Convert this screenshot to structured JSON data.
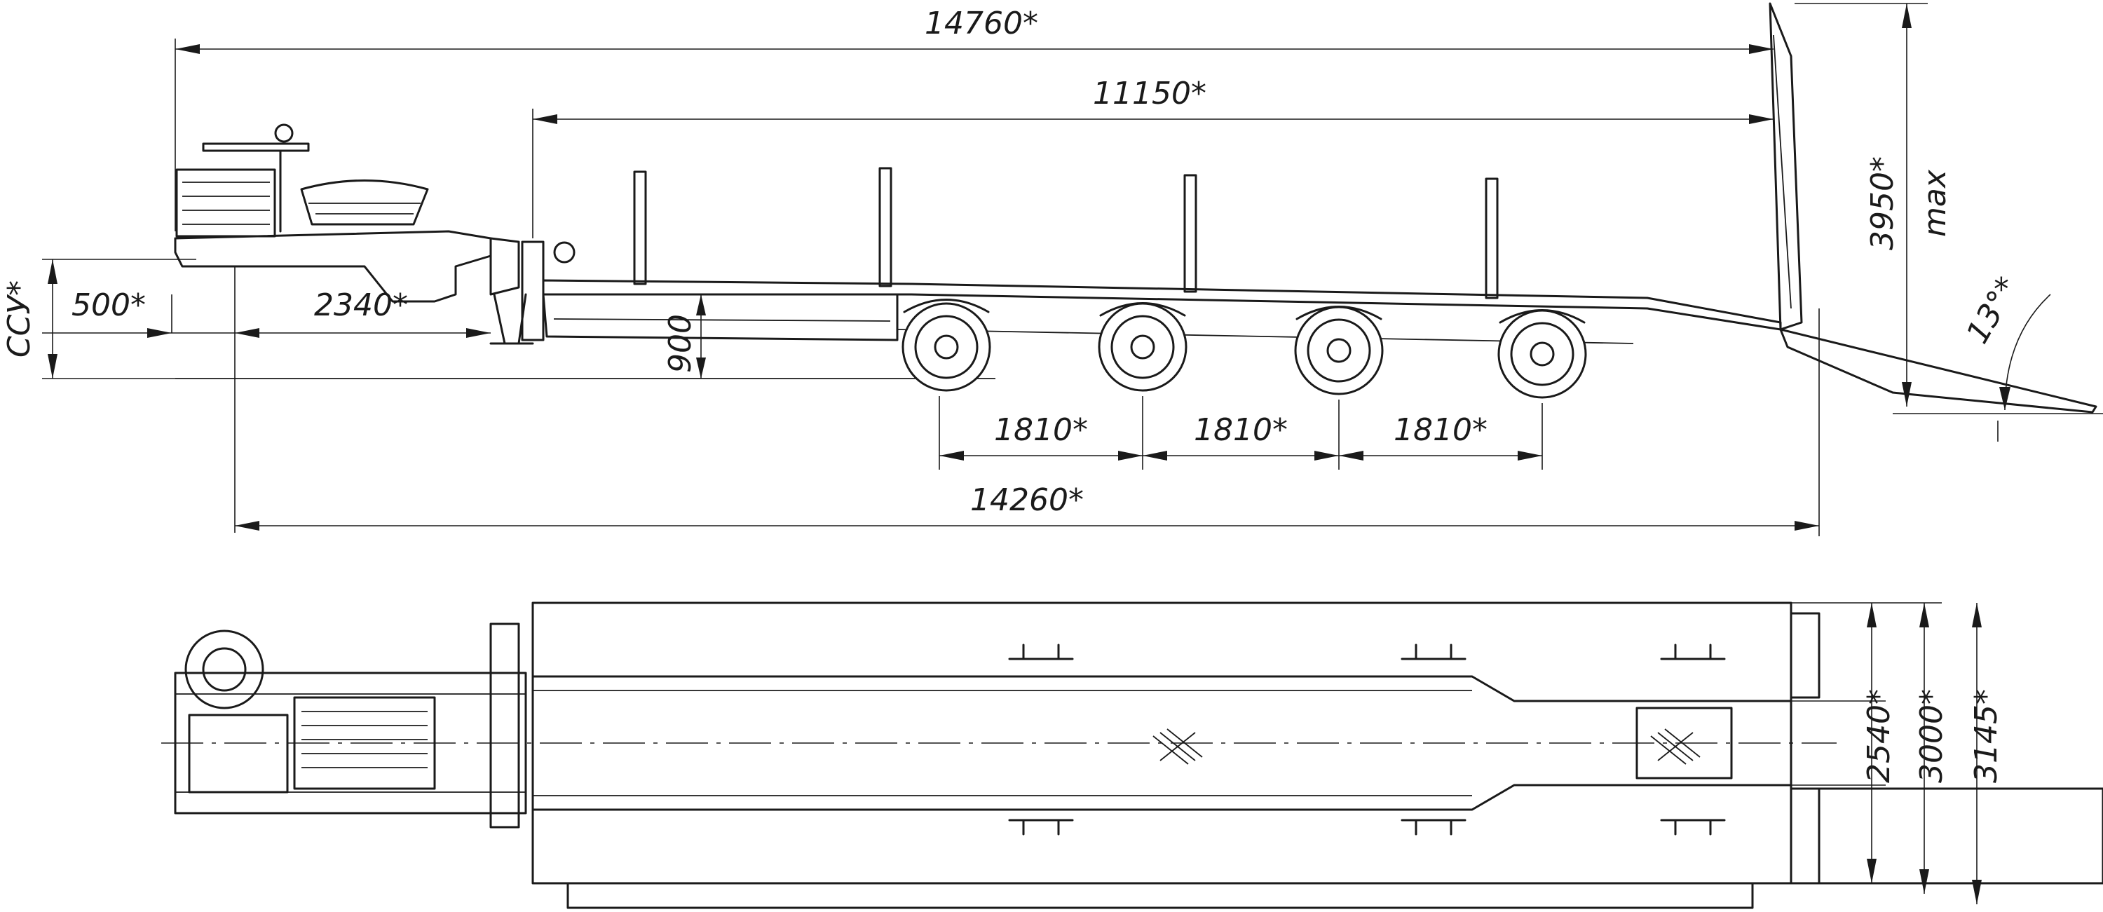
{
  "side_view": {
    "dims": {
      "overall_length": "14760*",
      "platform_length": "11150*",
      "kingpin_to_rear": "14260*",
      "axle_spacing_1": "1810*",
      "axle_spacing_2": "1810*",
      "axle_spacing_3": "1810*",
      "front_overhang": "2340*",
      "kingpin_offset": "500*",
      "fifth_wheel_height": "ССУ*",
      "deck_height": "900",
      "ramp_height": "3950*",
      "ramp_height_note": "max",
      "ramp_angle": "13°*"
    }
  },
  "top_view": {
    "dims": {
      "width_inner": "2540*",
      "width_platform": "3000*",
      "width_ramps": "3145*"
    }
  }
}
